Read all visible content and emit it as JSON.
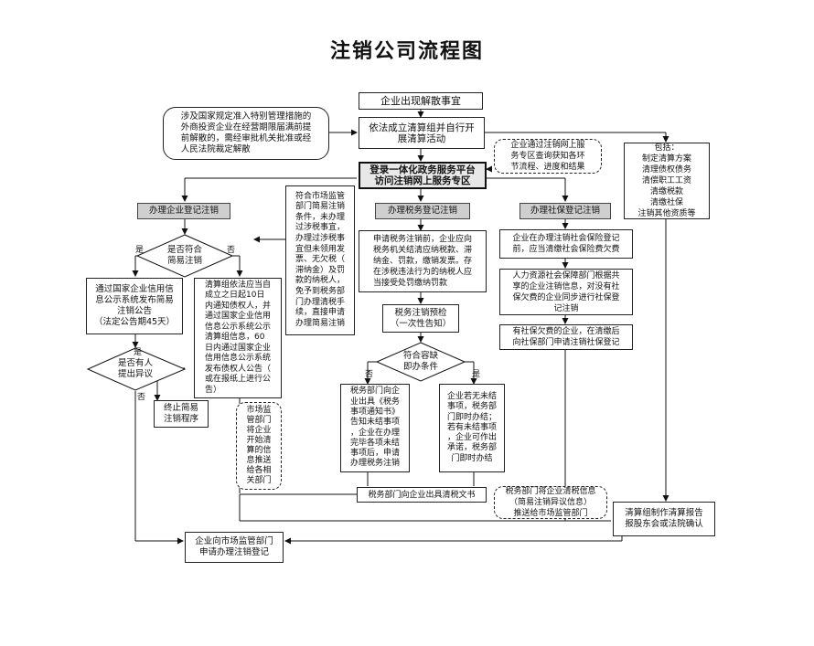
{
  "title": "注销公司流程图",
  "nodes": {
    "start": "企业出现解散事宜",
    "foreign": "涉及国家规定准入特别管理措施的\n外商投资企业在经营期限届满前提\n前解散的，需经审批机关批准或经\n人民法院裁定解散",
    "liquidation_team": "依法成立清算组并自行开\n展清算活动",
    "online_query": "企业通过注销网上服\n务专区查询获知各环\n节流程、进度和结果",
    "login": "登录一体化政务服务平台\n访问注销网上服务专区",
    "includes": "包括：\n制定清算方案\n清理债权债务\n清偿职工工资\n清缴税款\n清缴社保\n注销其他资质等",
    "biz_reg": "办理企业登记注销",
    "tax_reg": "办理税务登记注销",
    "social_reg": "办理社保登记注销",
    "simple_tax": "符合市场监管\n部门简易注销\n条件，未办理\n过涉税事宜，\n办理过涉税事\n宜但未领用发\n票、无欠税（\n滞纳金）及罚\n款的纳税人，\n免予到税务部\n门办理清税手\n续，直接申请\n办理简易注销",
    "simple_cond": "是否符合\n简易注销",
    "credit_notice": "通过国家企业信用信\n息公示系统发布简易\n注销公告\n（法定公告期45天）",
    "normal_notice": "清算组依法应当自\n成立之日起10日\n内通知债权人，并\n通过国家企业信用\n信息公示系统公示\n清算组信息，60\n日内通过国家企业\n信用信息公示系统\n发布债权人公告（\n或在报纸上进行公\n告）",
    "objection": "是否有人\n提出异议",
    "terminate": "终止简易\n注销程序",
    "market_push": "市场监\n管部门\n将企业\n开始清\n算的信\n息推送\n给各相\n关部门",
    "tax_apply": "申请税务注销前，企业应向\n税务机关结清应纳税款、滞\n纳金、罚款，缴销发票。存\n在涉税违法行为的纳税人应\n当接受处罚缴纳罚款",
    "tax_precheck": "税务注销预检\n（一次性告知）",
    "tolerance": "符合容缺\n即办条件",
    "tax_notice": "税务部门向企\n业出具《税务\n事项通知书》\n告知未结事项\n，企业在办理\n完毕各项未结\n事项后，申请\n办理税务注销",
    "tax_immediate": "企业若无未结\n事项，税务部\n门即时办结；\n若有未结事项\n，企业可作出\n承诺，税务部\n门即时办结",
    "tax_clearance": "税务部门向企业出具清税文书",
    "tax_push": "税务部门将企业清税信息\n（简易注销异议信息）\n推送给市场监管部门",
    "social_insurance": "企业在办理注销社会保险登记\n前，应当清缴社会保险费欠费",
    "hr_share": "人力资源社会保障部门根据共\n享的企业注销信息，对没有社\n保欠费的企业同步进行社保登\n记注销",
    "social_arrears": "有社保欠费的企业，在清缴后\n向社保部门申请注销社保登记",
    "report": "清算组制作清算报告\n报股东会或法院确认",
    "final": "企业向市场监管部门\n申请办理注销登记"
  },
  "labels": {
    "yes": "是",
    "no": "否"
  }
}
